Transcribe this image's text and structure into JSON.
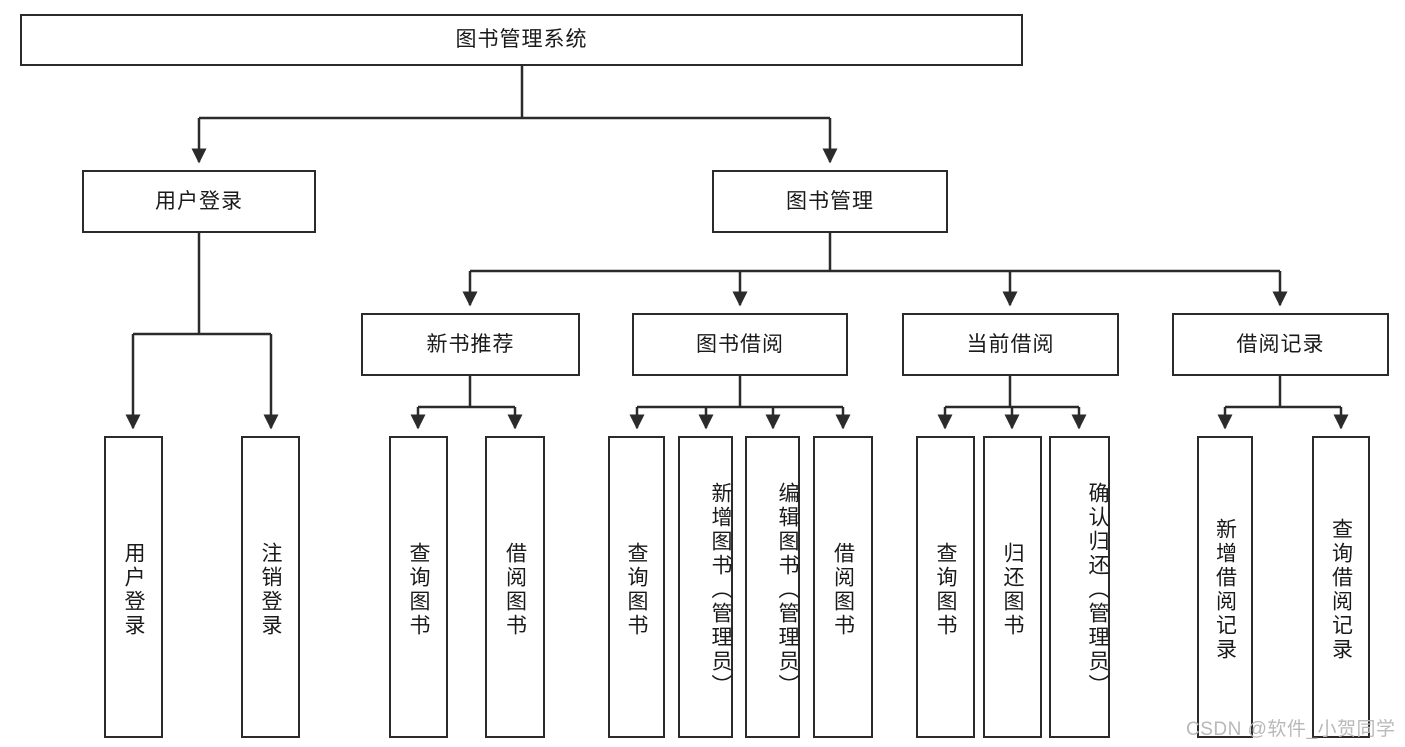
{
  "diagram": {
    "type": "tree-hierarchy-flowchart",
    "title": "图书管理系统",
    "stroke_color": "#2b2b2b",
    "text_color": "#1a1a1a",
    "background_color": "#ffffff",
    "levels": {
      "level1": [
        {
          "id": "root",
          "label": "图书管理系统"
        }
      ],
      "level2": [
        {
          "id": "user-login",
          "label": "用户登录",
          "parent": "root"
        },
        {
          "id": "book-mgmt",
          "label": "图书管理",
          "parent": "root"
        }
      ],
      "level3": [
        {
          "id": "new-book-rec",
          "label": "新书推荐",
          "parent": "book-mgmt"
        },
        {
          "id": "book-borrow",
          "label": "图书借阅",
          "parent": "book-mgmt"
        },
        {
          "id": "current-borrow",
          "label": "当前借阅",
          "parent": "book-mgmt"
        },
        {
          "id": "borrow-record",
          "label": "借阅记录",
          "parent": "book-mgmt"
        }
      ],
      "leaves": [
        {
          "id": "leaf-user-login",
          "label": "用户登录",
          "parent": "user-login"
        },
        {
          "id": "leaf-user-logout",
          "label": "注销登录",
          "parent": "user-login"
        },
        {
          "id": "leaf-rec-query",
          "label": "查询图书",
          "parent": "new-book-rec"
        },
        {
          "id": "leaf-rec-borrow",
          "label": "借阅图书",
          "parent": "new-book-rec"
        },
        {
          "id": "leaf-borrow-query",
          "label": "查询图书",
          "parent": "book-borrow"
        },
        {
          "id": "leaf-borrow-add",
          "label": "新增图书（管理员）",
          "parent": "book-borrow"
        },
        {
          "id": "leaf-borrow-edit",
          "label": "编辑图书（管理员）",
          "parent": "book-borrow"
        },
        {
          "id": "leaf-borrow-do",
          "label": "借阅图书",
          "parent": "book-borrow"
        },
        {
          "id": "leaf-cur-query",
          "label": "查询图书",
          "parent": "current-borrow"
        },
        {
          "id": "leaf-cur-return",
          "label": "归还图书",
          "parent": "current-borrow"
        },
        {
          "id": "leaf-cur-confirm",
          "label": "确认归还（管理员）",
          "parent": "current-borrow"
        },
        {
          "id": "leaf-rec-add",
          "label": "新增借阅记录",
          "parent": "borrow-record"
        },
        {
          "id": "leaf-rec-search",
          "label": "查询借阅记录",
          "parent": "borrow-record"
        }
      ]
    }
  },
  "watermark": {
    "text": "CSDN @软件_小贺同学"
  }
}
